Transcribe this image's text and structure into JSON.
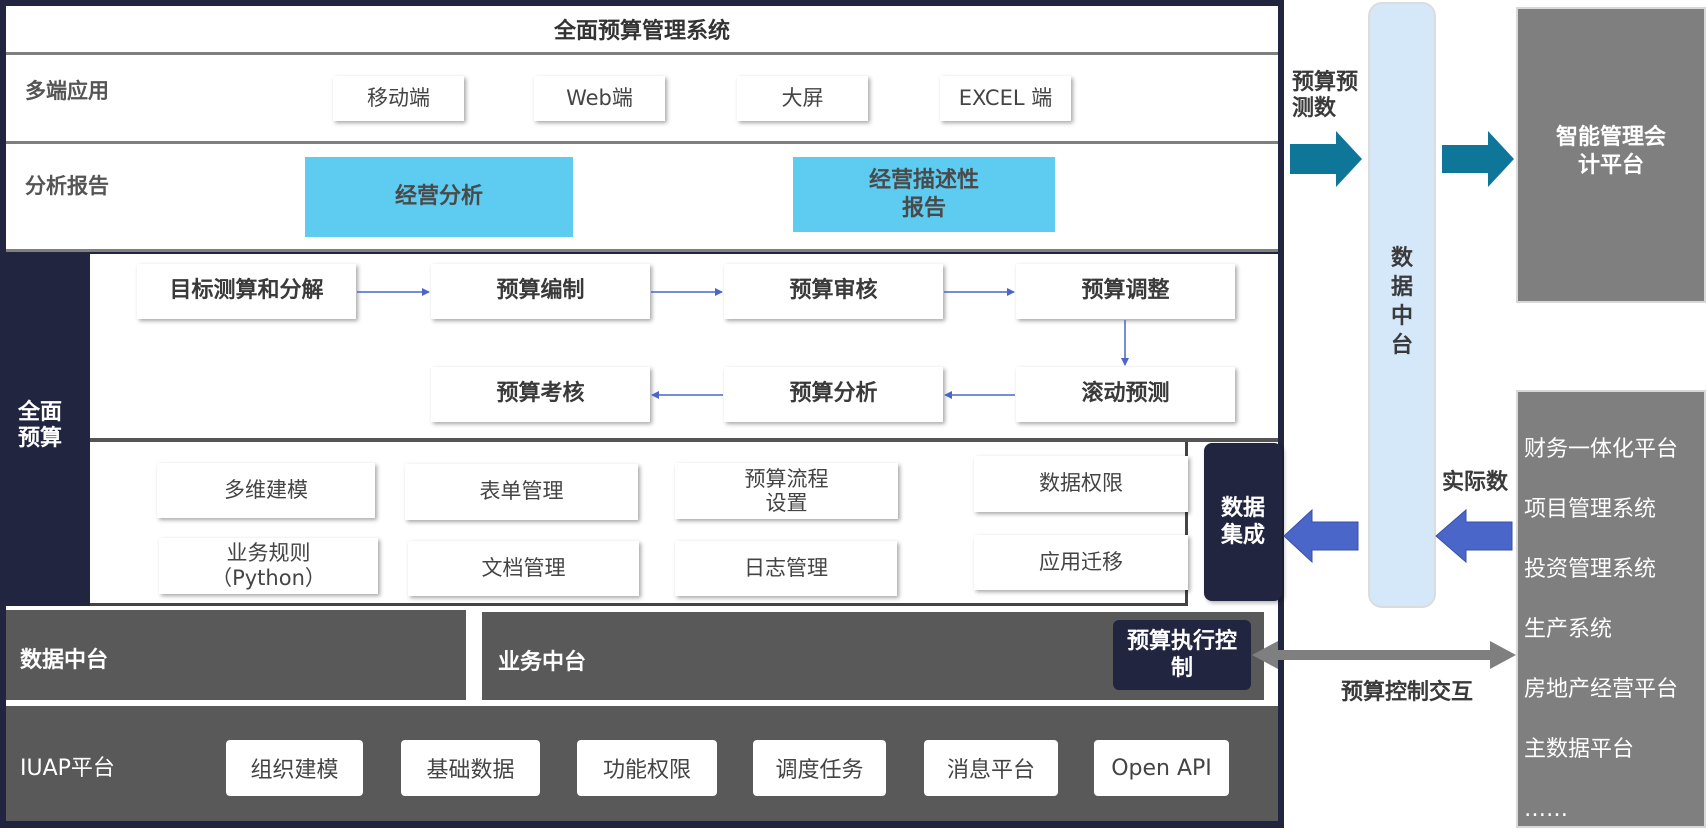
{
  "title": "全面预算管理系统",
  "multi_client": {
    "label": "多端应用",
    "items": [
      "移动端",
      "Web端",
      "大屏",
      "EXCEL 端"
    ]
  },
  "analysis_report": {
    "label": "分析报告",
    "items": [
      "经营分析",
      "经营描述性报告"
    ]
  },
  "full_budget": {
    "label": "全面预算",
    "flow_row1": [
      "目标测算和分解",
      "预算编制",
      "预算审核",
      "预算调整"
    ],
    "flow_row2": [
      "预算考核",
      "预算分析",
      "滚动预测"
    ],
    "tools_col1": [
      "多维建模",
      "业务规则（Python）"
    ],
    "tools_col2": [
      "表单管理",
      "文档管理"
    ],
    "tools_col3": [
      "预算流程设置",
      "日志管理"
    ],
    "tools_col4": [
      "数据权限",
      "应用迁移"
    ]
  },
  "data_platform": {
    "label": "数据中台"
  },
  "business_platform": {
    "label": "业务中台",
    "exec_control": "预算执行控制"
  },
  "iuap": {
    "label": "IUAP平台",
    "items": [
      "组织建模",
      "基础数据",
      "功能权限",
      "调度任务",
      "消息平台",
      "Open API"
    ]
  },
  "right": {
    "forecast_label": "预算预测数",
    "data_middle": "数据中台",
    "smart_platform": "智能管理会计平台",
    "data_integration": "数据集成",
    "actual_label": "实际数",
    "control_label": "预算控制交互",
    "source_systems": [
      "财务一体化平台",
      "项目管理系统",
      "投资管理系统",
      "生产系统",
      "房地产经营平台",
      "主数据平台",
      "……"
    ]
  },
  "colors": {
    "navy": "#22253f",
    "cyan": "#5ecbf0",
    "teal_arrow": "#0e7799",
    "blue_arrow": "#4a66c8",
    "flow_arrow": "#4a66c8",
    "dark_gray": "#595959",
    "mid_gray": "#7f7f7f",
    "light_blue": "#d4e8fa"
  }
}
